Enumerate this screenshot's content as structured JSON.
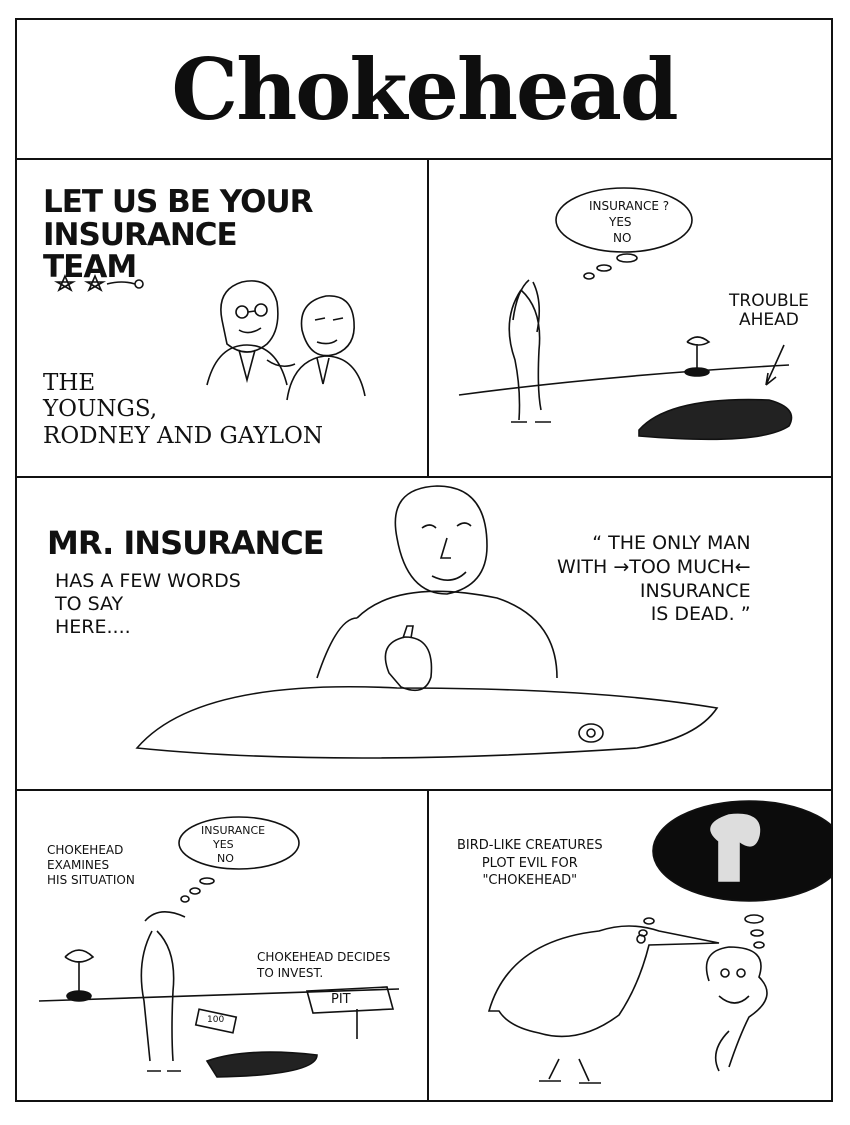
{
  "title": "Chokehead",
  "panel1": {
    "headline": "LET US BE YOUR\nINSURANCE\nTEAM",
    "caption": "THE\nYOUNGS,\nRODNEY AND GAYLON"
  },
  "panel2": {
    "thought_question": "INSURANCE ?",
    "thought_yes": "YES",
    "thought_no": "NO",
    "sign": "TROUBLE\nAHEAD"
  },
  "panel3": {
    "headline": "MR. INSURANCE",
    "subtitle": "HAS A FEW WORDS\nTO SAY\nHERE....",
    "quote": "“ THE ONLY MAN\nWITH →TOO MUCH←\nINSURANCE\nIS DEAD. ”"
  },
  "panel4": {
    "caption": "CHOKEHEAD\nEXAMINES\nHIS SITUATION",
    "thought_question": "INSURANCE",
    "thought_yes": "YES",
    "thought_no": "NO",
    "action": "CHOKEHEAD DECIDES\nTO INVEST.",
    "pit_sign": "PIT",
    "bill": "100"
  },
  "panel5": {
    "caption": "BIRD-LIKE CREATURES\nPLOT EVIL FOR\n\"CHOKEHEAD\""
  }
}
